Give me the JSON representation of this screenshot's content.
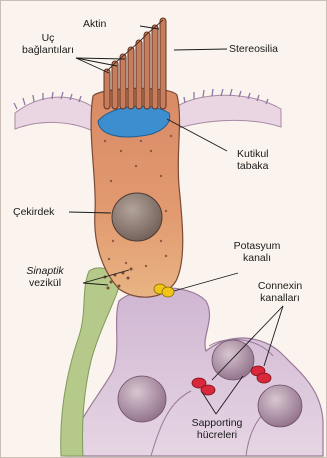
{
  "labels": {
    "aktin": "Aktin",
    "uc_line1": "Uç",
    "uc_line2": "bağlantıları",
    "stereosilia": "Stereosilia",
    "kutikul_line1": "Kutikul",
    "kutikul_line2": "tabaka",
    "cekirdek": "Çekirdek",
    "potasyum_line1": "Potasyum",
    "potasyum_line2": "kanalı",
    "sinaptik": "Sinaptik",
    "vezikul": "vezikül",
    "connexin_line1": "Connexin",
    "connexin_line2": "kanalları",
    "sapporting_line1": "Sapporting",
    "sapporting_line2": "hücreleri"
  },
  "colors": {
    "background": "#fbf4ee",
    "hair_cell": "#d9906a",
    "cuticular_plate": "#3d8ecf",
    "nucleus": "#8c7a70",
    "supporting_cell": "#d9c2d9",
    "nerve_fiber": "#b4c98a",
    "potassium_channel": "#f0c419",
    "connexin_channel": "#d8283a"
  }
}
